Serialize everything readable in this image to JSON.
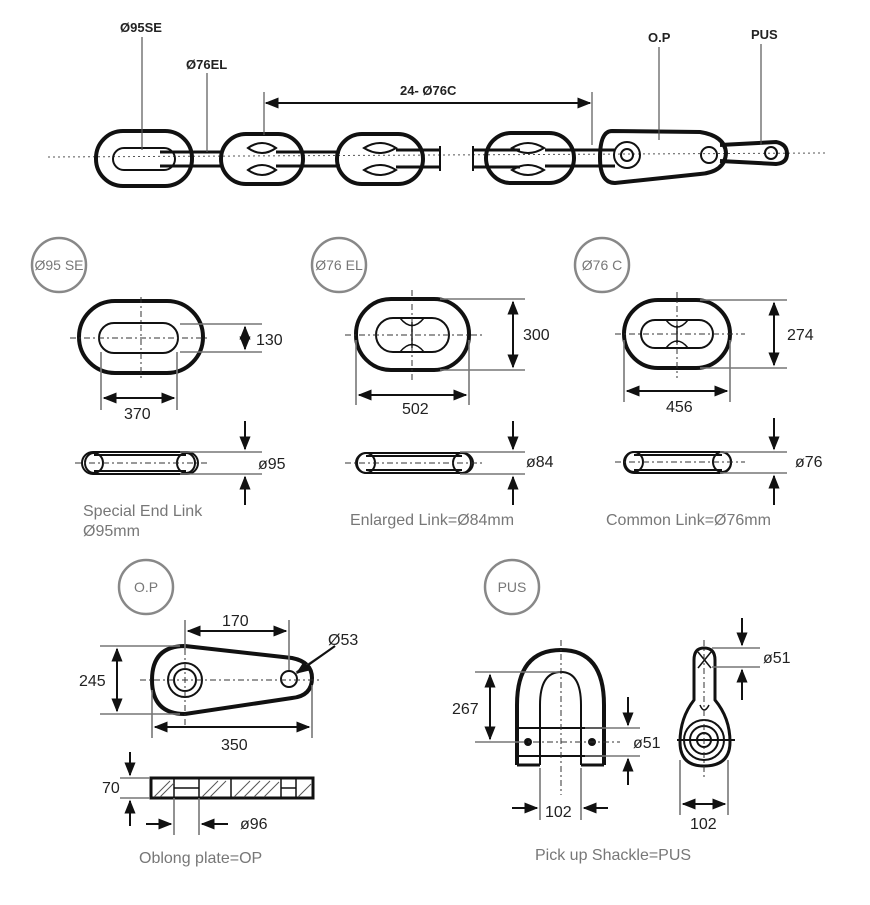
{
  "top": {
    "se": "Ø95SE",
    "el": "Ø76EL",
    "common": "24- Ø76C",
    "op": "O.P",
    "pus": "PUS"
  },
  "badges": {
    "se": "Ø95 SE",
    "el": "Ø76 EL",
    "c": "Ø76 C",
    "op": "O.P",
    "pus": "PUS"
  },
  "se": {
    "w": "370",
    "h": "130",
    "d": "ø95",
    "caption_1": "Special End Link",
    "caption_2": "Ø95mm"
  },
  "el": {
    "w": "502",
    "h": "300",
    "d": "ø84",
    "caption": "Enlarged Link=Ø84mm"
  },
  "c": {
    "w": "456",
    "h": "274",
    "d": "ø76",
    "caption": "Common Link=Ø76mm"
  },
  "op": {
    "span": "170",
    "hole": "Ø53",
    "h": "245",
    "w": "350",
    "t": "70",
    "d": "ø96",
    "caption": "Oblong plate=OP"
  },
  "pus": {
    "h": "267",
    "d1": "ø51",
    "d2": "ø51",
    "w1": "102",
    "w2": "102",
    "caption": "Pick up Shackle=PUS"
  }
}
